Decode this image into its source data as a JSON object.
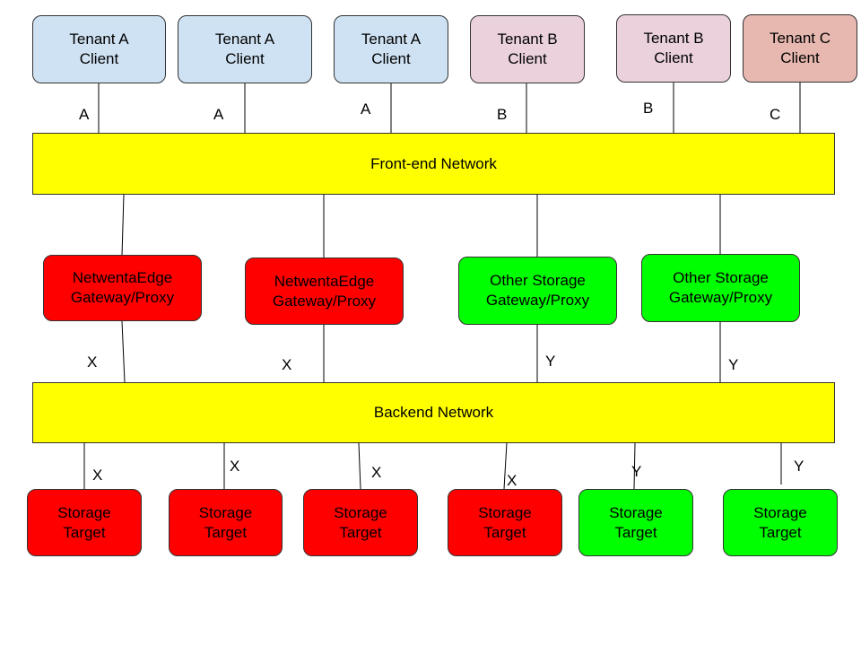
{
  "colors": {
    "tenant_a": "#cfe2f3",
    "tenant_b": "#ead1dc",
    "tenant_c": "#e6b8af",
    "network": "#ffff00",
    "nexenta": "#ff0000",
    "other": "#00ff00",
    "line": "#000000"
  },
  "clients": [
    {
      "label": "Tenant A\nClient",
      "tenant": "A",
      "link": "A"
    },
    {
      "label": "Tenant A\nClient",
      "tenant": "A",
      "link": "A"
    },
    {
      "label": "Tenant A\nClient",
      "tenant": "A",
      "link": "A"
    },
    {
      "label": "Tenant B\nClient",
      "tenant": "B",
      "link": "B"
    },
    {
      "label": "Tenant B\nClient",
      "tenant": "B",
      "link": "B"
    },
    {
      "label": "Tenant C\nClient",
      "tenant": "C",
      "link": "C"
    }
  ],
  "frontend_network": "Front-end Network",
  "gateways": [
    {
      "label": "NetwentaEdge\nGateway/Proxy",
      "kind": "nexenta",
      "link": "X"
    },
    {
      "label": "NetwentaEdge\nGateway/Proxy",
      "kind": "nexenta",
      "link": "X"
    },
    {
      "label": "Other Storage\nGateway/Proxy",
      "kind": "other",
      "link": "Y"
    },
    {
      "label": "Other Storage\nGateway/Proxy",
      "kind": "other",
      "link": "Y"
    }
  ],
  "backend_network": "Backend Network",
  "targets": [
    {
      "label": "Storage\nTarget",
      "kind": "nexenta",
      "link": "X"
    },
    {
      "label": "Storage\nTarget",
      "kind": "nexenta",
      "link": "X"
    },
    {
      "label": "Storage\nTarget",
      "kind": "nexenta",
      "link": "X"
    },
    {
      "label": "Storage\nTarget",
      "kind": "nexenta",
      "link": "X"
    },
    {
      "label": "Storage\nTarget",
      "kind": "other",
      "link": "Y"
    },
    {
      "label": "Storage\nTarget",
      "kind": "other",
      "link": "Y"
    }
  ]
}
